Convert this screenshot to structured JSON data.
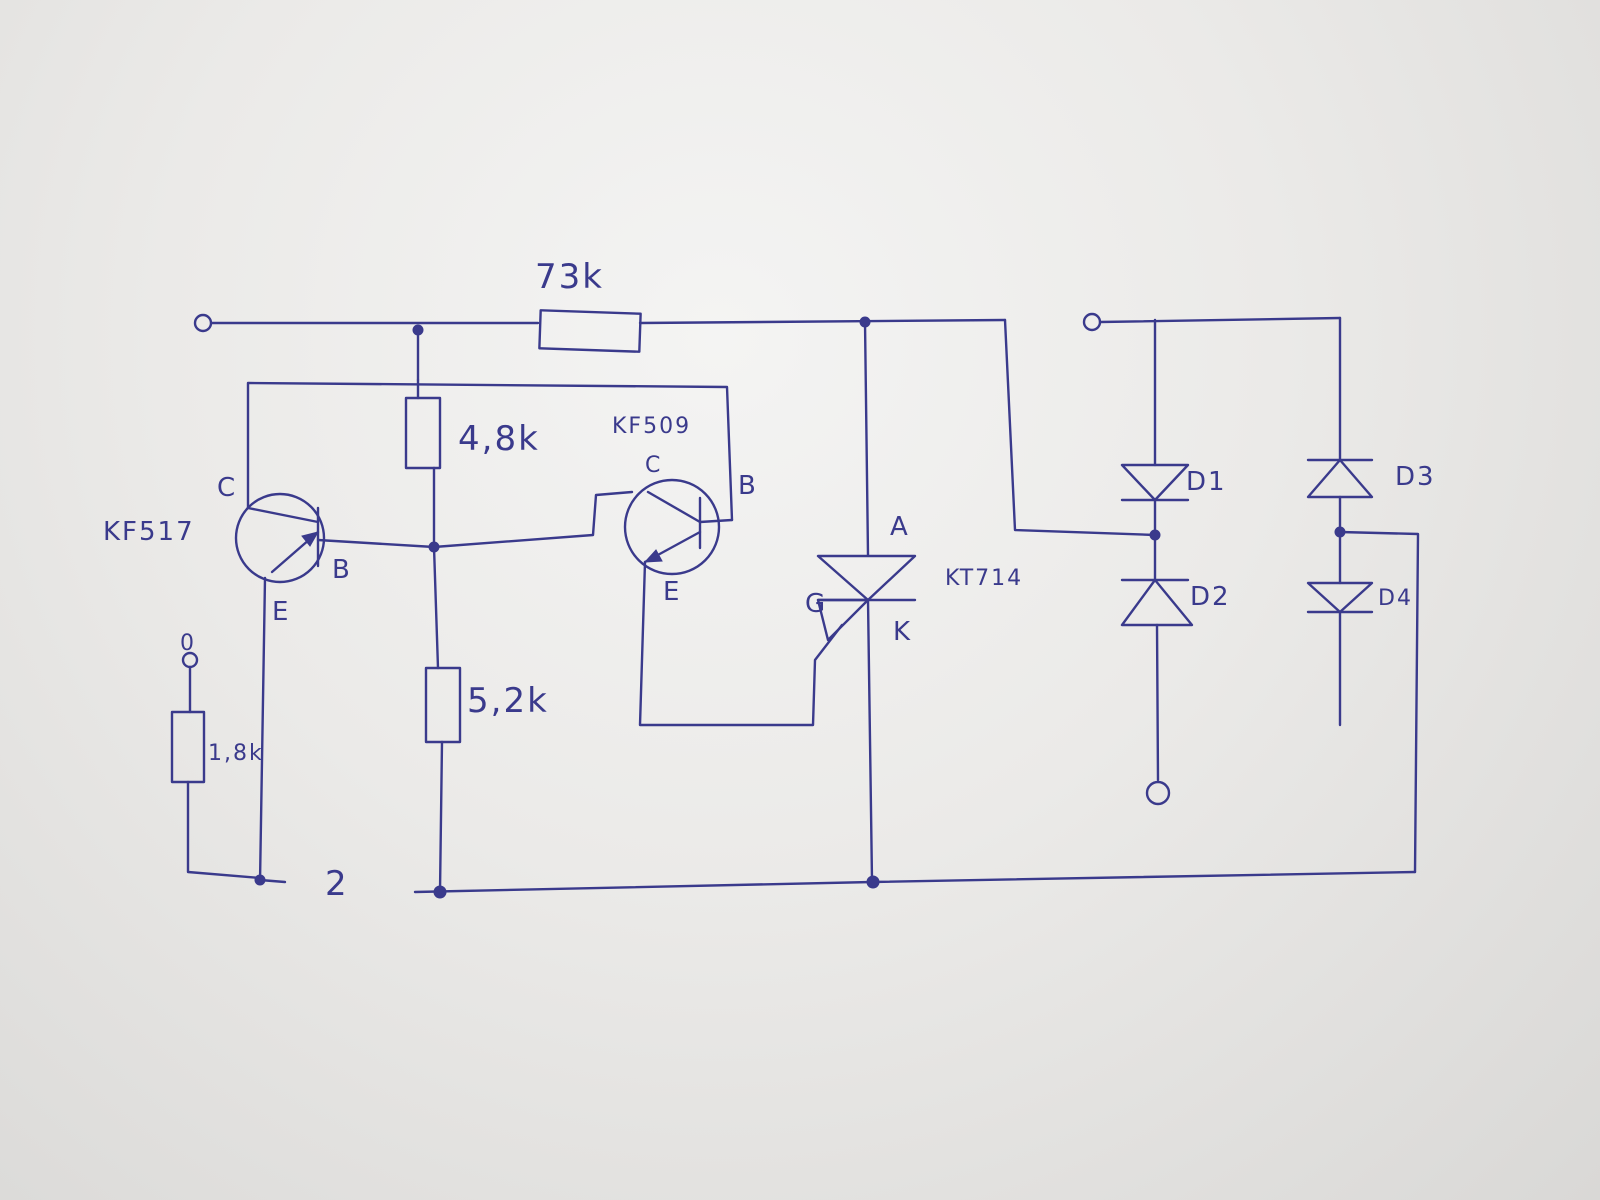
{
  "labels": {
    "r_top": "73k",
    "r_48": "4,8k",
    "r_52": "5,2k",
    "r_18": "1,8k",
    "q1_part": "KF517",
    "q2_part": "KF509",
    "thyristor_part": "KT714",
    "q1_c": "C",
    "q1_b": "B",
    "q1_e": "E",
    "q2_c": "C",
    "q2_b": "B",
    "q2_e": "E",
    "thy_a": "A",
    "thy_g": "G",
    "thy_k": "K",
    "d1": "D1",
    "d2": "D2",
    "d3": "D3",
    "d4": "D4",
    "terminal_2": "2",
    "terminal_0": "0"
  },
  "colors": {
    "ink": "#3a3a8c",
    "paper": "#ebeae8"
  }
}
